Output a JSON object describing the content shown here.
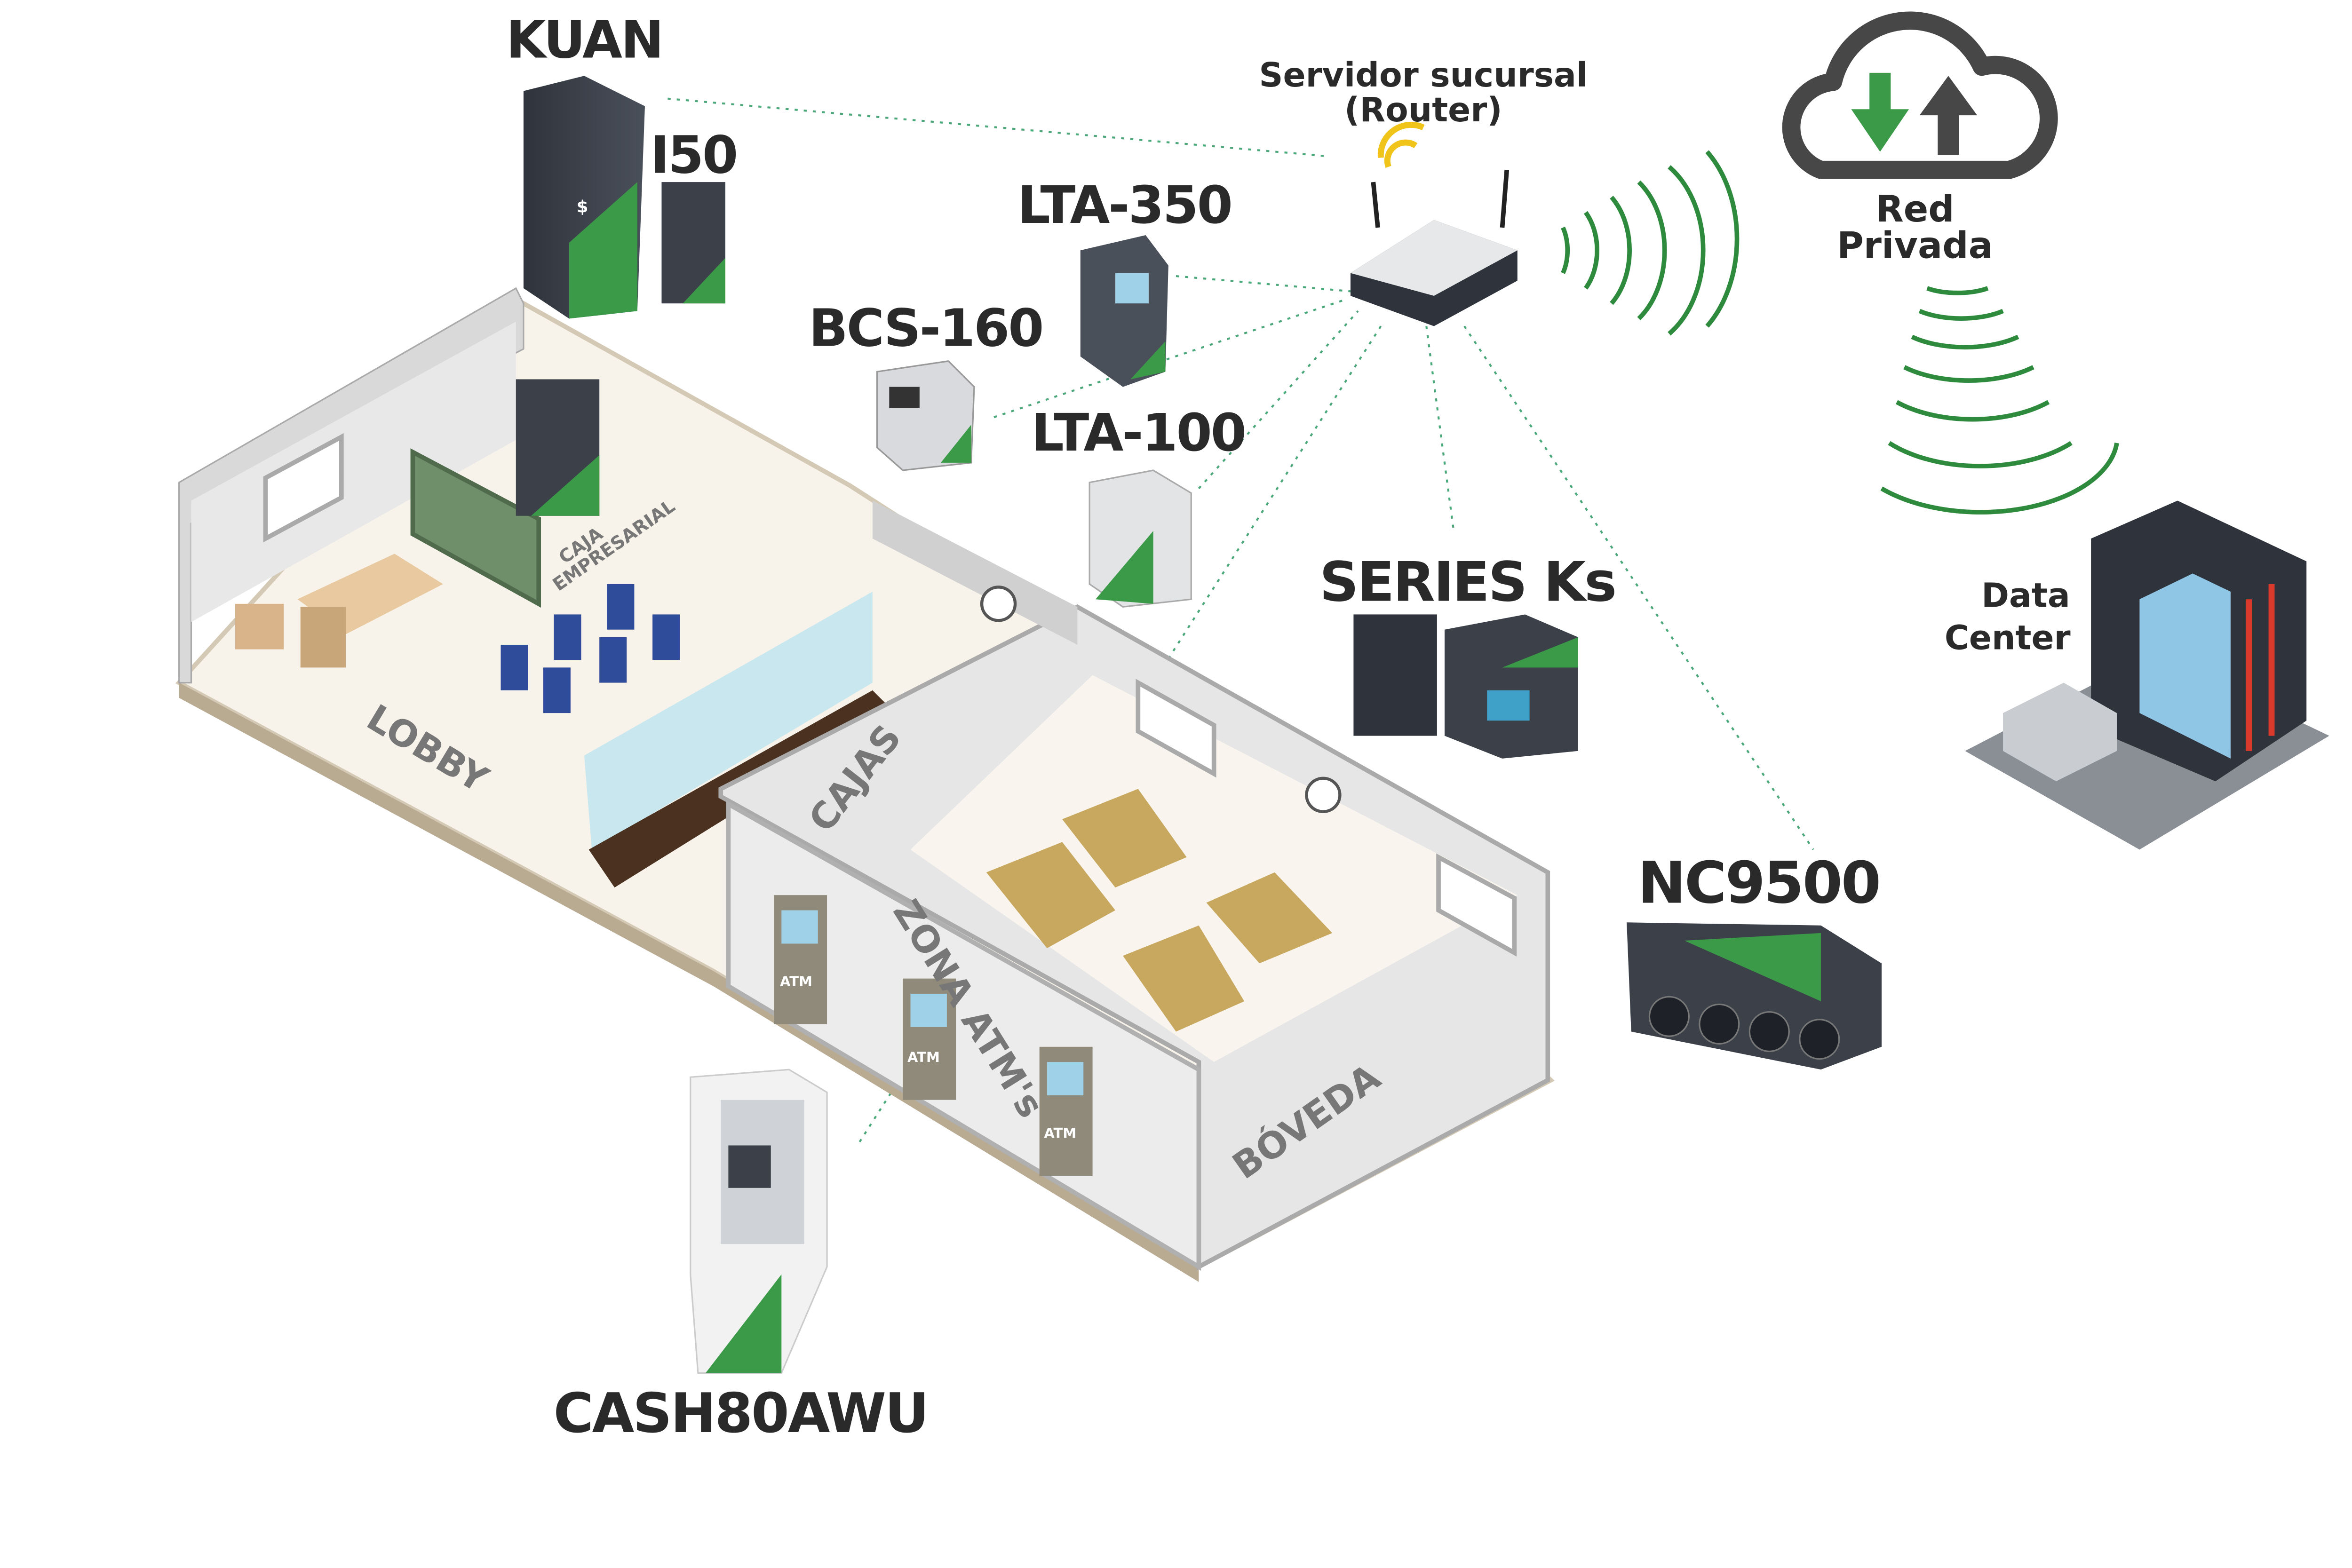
{
  "devices": {
    "kuan": "KUAN",
    "i50": "I50",
    "lta350": "LTA-350",
    "bcs160": "BCS-160",
    "lta100": "LTA-100",
    "series_ks": "SERIES Ks",
    "nc9500": "NC9500",
    "cash80awu": "CASH80AWU"
  },
  "router": {
    "line1": "Servidor sucursal",
    "line2": "(Router)"
  },
  "cloud": {
    "line1": "Red",
    "line2": "Privada"
  },
  "datacenter": {
    "line1": "Data",
    "line2": "Center"
  },
  "zones": {
    "lobby": "LOBBY",
    "caja_empresarial_1": "CAJA",
    "caja_empresarial_2": "EMPRESARIAL",
    "cajas": "CAJAS",
    "zona_atms": "ZONA ATM's",
    "boveda": "BÓVEDA"
  },
  "atm_label": "ATM",
  "colors": {
    "brand_green": "#3a9a48",
    "dark_device": "#3b4049",
    "link": "#4aa87a"
  }
}
